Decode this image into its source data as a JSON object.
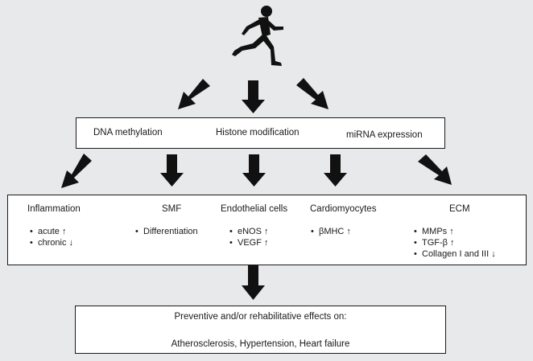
{
  "figure": {
    "colors": {
      "background": "#e8e9ea",
      "box": "#ffffff",
      "stroke": "#1a1a1a"
    },
    "top_icon": "running-person-icon",
    "epigenetic_box": {
      "items": [
        "DNA methylation",
        "Histone modification",
        "miRNA expression"
      ]
    },
    "targets_box": {
      "columns": [
        {
          "title": "Inflammation",
          "items": [
            "acute ↑",
            "chronic ↓"
          ]
        },
        {
          "title": "SMF",
          "items": [
            "Differentiation"
          ]
        },
        {
          "title": "Endothelial cells",
          "items": [
            "eNOS ↑",
            "VEGF ↑"
          ]
        },
        {
          "title": "Cardiomyocytes",
          "items": [
            "βMHC ↑"
          ]
        },
        {
          "title": "ECM",
          "items": [
            "MMPs ↑",
            "TGF-β ↑",
            "Collagen I and III ↓"
          ]
        }
      ]
    },
    "outcome_box": {
      "line1": "Preventive and/or rehabilitative effects on:",
      "line2": "Atherosclerosis, Hypertension, Heart failure"
    }
  }
}
